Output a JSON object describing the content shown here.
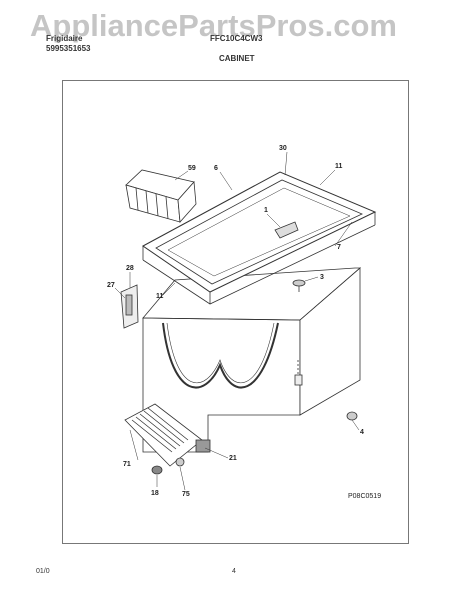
{
  "watermark": "AppliancePartsPros.com",
  "header": {
    "brand": "Frigidaire",
    "publication": "5995351653",
    "model": "FFC10C4CW3",
    "section": "CABINET"
  },
  "diagram": {
    "code": "P08C0519",
    "callouts": [
      "30",
      "11",
      "59",
      "6",
      "1",
      "7",
      "28",
      "3",
      "27",
      "11",
      "71",
      "21",
      "4",
      "18",
      "75"
    ]
  },
  "footer": {
    "left": "01/0",
    "page": "4"
  }
}
